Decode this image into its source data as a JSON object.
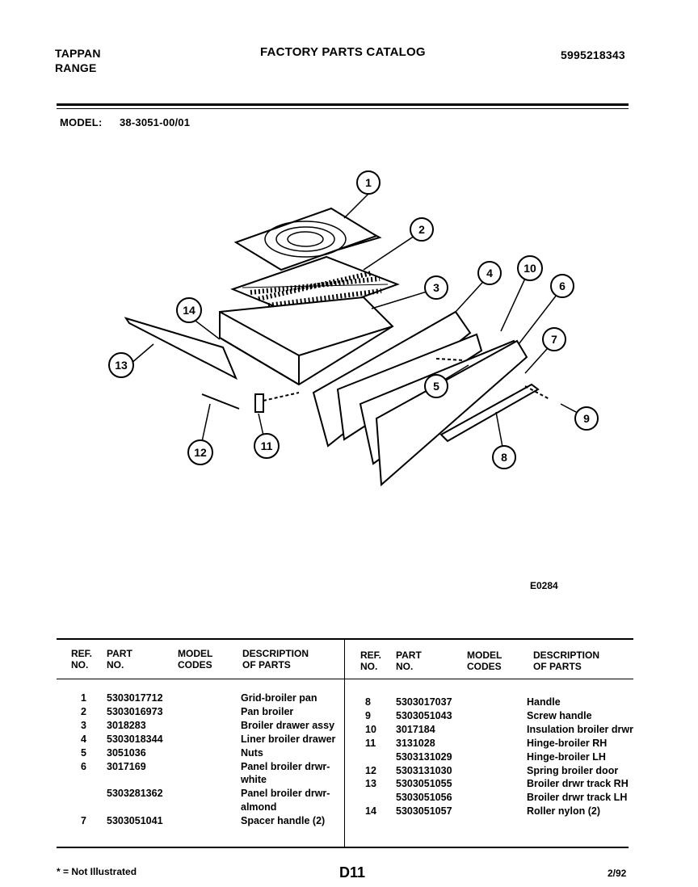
{
  "header": {
    "brand_line1": "TAPPAN",
    "brand_line2": "RANGE",
    "catalog_title": "FACTORY PARTS CATALOG",
    "catalog_number": "5995218343",
    "model_label": "MODEL:",
    "model_value": "38-3051-00/01"
  },
  "diagram": {
    "callouts": [
      "1",
      "2",
      "3",
      "4",
      "10",
      "6",
      "14",
      "13",
      "7",
      "5",
      "9",
      "12",
      "11",
      "8"
    ],
    "figure_code": "E0284"
  },
  "table": {
    "headers": {
      "ref": "REF.\nNO.",
      "part": "PART\nNO.",
      "model": "MODEL\nCODES",
      "desc": "DESCRIPTION\nOF PARTS"
    },
    "left_rows": [
      {
        "ref": "1",
        "part": "5303017712",
        "desc": "Grid-broiler pan"
      },
      {
        "ref": "2",
        "part": "5303016973",
        "desc": "Pan broiler"
      },
      {
        "ref": "3",
        "part": "3018283",
        "desc": "Broiler drawer assy"
      },
      {
        "ref": "4",
        "part": "5303018344",
        "desc": "Liner broiler drawer"
      },
      {
        "ref": "5",
        "part": "3051036",
        "desc": "Nuts"
      },
      {
        "ref": "6",
        "part": "3017169",
        "desc": "Panel broiler drwr-"
      },
      {
        "ref": "",
        "part": "",
        "desc": "white"
      },
      {
        "ref": "",
        "part": "5303281362",
        "desc": "Panel broiler drwr-"
      },
      {
        "ref": "",
        "part": "",
        "desc": "almond"
      },
      {
        "ref": "7",
        "part": "5303051041",
        "desc": "Spacer handle (2)"
      }
    ],
    "right_rows": [
      {
        "ref": "8",
        "part": "5303017037",
        "desc": "Handle"
      },
      {
        "ref": "9",
        "part": "5303051043",
        "desc": "Screw handle"
      },
      {
        "ref": "10",
        "part": "3017184",
        "desc": "Insulation broiler drwr"
      },
      {
        "ref": "11",
        "part": "3131028",
        "desc": "Hinge-broiler RH"
      },
      {
        "ref": "",
        "part": "5303131029",
        "desc": "Hinge-broiler LH"
      },
      {
        "ref": "12",
        "part": "5303131030",
        "desc": "Spring broiler door"
      },
      {
        "ref": "13",
        "part": "5303051055",
        "desc": "Broiler drwr track RH"
      },
      {
        "ref": "",
        "part": "5303051056",
        "desc": "Broiler drwr track LH"
      },
      {
        "ref": "14",
        "part": "5303051057",
        "desc": "Roller nylon (2)"
      }
    ]
  },
  "footer": {
    "note": "* = Not Illustrated",
    "page": "D11",
    "date": "2/92"
  }
}
